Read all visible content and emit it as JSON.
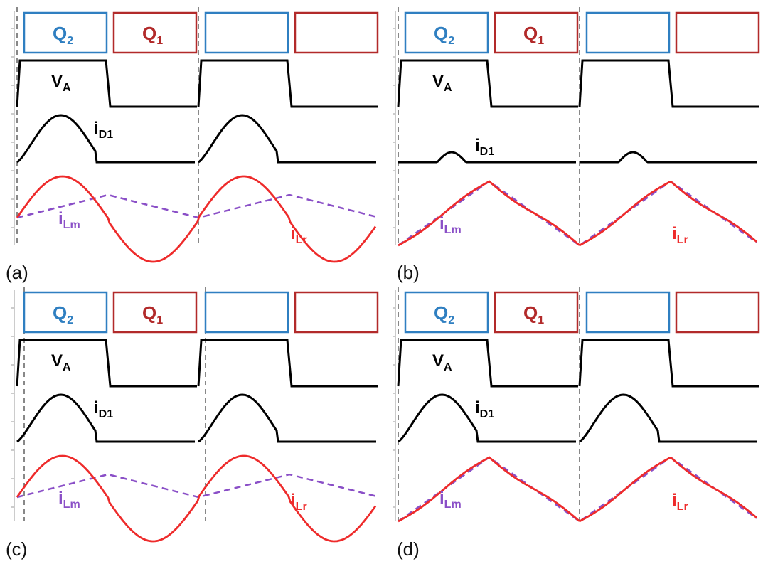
{
  "colors": {
    "q2": "#2f7fc1",
    "q1": "#b22a2a",
    "va": "#000000",
    "id1": "#000000",
    "ilr": "#ee2b2b",
    "ilm": "#8a4fc7",
    "divider": "#555555"
  },
  "labels": {
    "q2": {
      "main": "Q",
      "sub": "2"
    },
    "q1": {
      "main": "Q",
      "sub": "1"
    },
    "va": {
      "main": "V",
      "sub": "A"
    },
    "id1": {
      "main": "i",
      "sub": "D1"
    },
    "ilm": {
      "main": "i",
      "sub": "Lm"
    },
    "ilr": {
      "main": "i",
      "sub": "Lr"
    }
  },
  "panels": [
    {
      "id": "a",
      "label": "(a)",
      "mode": "below_resonance"
    },
    {
      "id": "b",
      "label": "(b)",
      "mode": "light_load"
    },
    {
      "id": "c",
      "label": "(c)",
      "mode": "above_resonance_early"
    },
    {
      "id": "d",
      "label": "(d)",
      "mode": "near_resonance"
    }
  ]
}
